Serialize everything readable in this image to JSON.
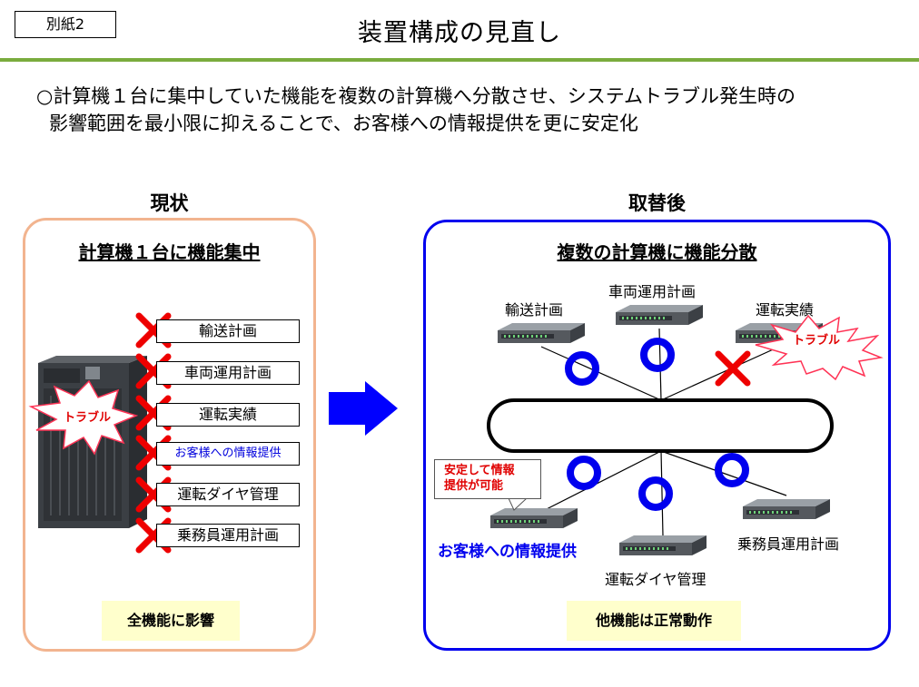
{
  "header": {
    "tag": "別紙2",
    "title": "装置構成の見直し"
  },
  "summary": {
    "line1": "○計算機１台に集中していた機能を複数の計算機へ分散させ、システムトラブル発生時の",
    "line2": "影響範囲を最小限に抑えることで、お客様への情報提供を更に安定化"
  },
  "current": {
    "heading": "現状",
    "panel_title": "計算機１台に機能集中",
    "functions": [
      "輸送計画",
      "車両運用計画",
      "運転実績",
      "お客様への情報提供",
      "運転ダイヤ管理",
      "乗務員運用計画"
    ],
    "trouble": "トラブル",
    "note": "全機能に影響"
  },
  "after": {
    "heading": "取替後",
    "panel_title": "複数の計算機に機能分散",
    "top_labels": [
      "輸送計画",
      "車両運用計画",
      "運転実績"
    ],
    "trouble": "トラブル",
    "callout_line1": "安定して情報",
    "callout_line2": "提供が可能",
    "customer_label": "お客様への情報提供",
    "bottom_labels": [
      "運転ダイヤ管理",
      "乗務員運用計画"
    ],
    "note": "他機能は正常動作"
  },
  "colors": {
    "accent_green": "#7aac3e",
    "panel_left_border": "#f2b48f",
    "panel_right_border": "#0000ee",
    "cross": "#ee0000",
    "arrow": "#0000ff",
    "note_bg": "#ffffcc"
  }
}
